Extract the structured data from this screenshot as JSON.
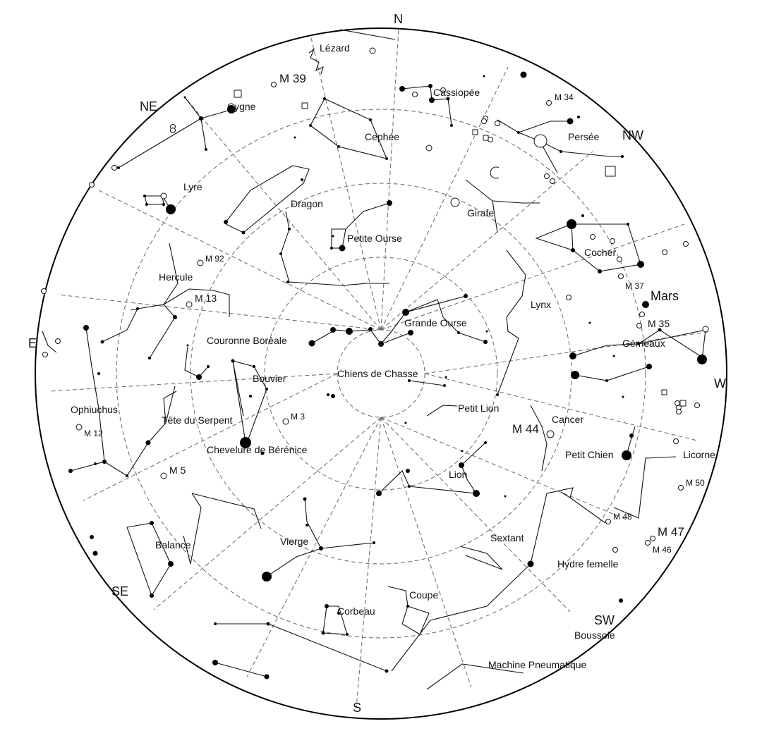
{
  "directions": {
    "n": "N",
    "ne": "NE",
    "e": "E",
    "se": "SE",
    "s": "S",
    "sw": "SW",
    "w": "W",
    "nw": "NW"
  },
  "constellations": {
    "lezard": "Lézard",
    "cygne": "Cygne",
    "cephee": "Cephée",
    "cassiopee": "Cassiopée",
    "persee": "Persée",
    "lyre": "Lyre",
    "dragon": "Dragon",
    "petite_ourse": "Petite Ourse",
    "girafe": "Girafe",
    "cocher": "Cocher",
    "hercule": "Hercule",
    "lynx": "Lynx",
    "grande_ourse": "Grande Ourse",
    "couronne_boreale": "Couronne Boréale",
    "gemeaux": "Gémeaux",
    "chiens_de_chasse": "Chiens de Chasse",
    "bouvier": "Bouvier",
    "ophiuchus": "Ophiuchus",
    "petit_lion": "Petit Lion",
    "tete_du_serpent": "Tête du Serpent",
    "cancer": "Cancer",
    "chevelure_de_berenice": "Chevelure de Bérénice",
    "petit_chien": "Petit Chien",
    "licorne": "Licorne",
    "lion": "Lion",
    "balance": "Balance",
    "vierge": "Vierge",
    "sextant": "Sextant",
    "hydre_femelle": "Hydre femelle",
    "coupe": "Coupe",
    "corbeau": "Corbeau",
    "boussole": "Boussole",
    "machine_pneumatique": "Machine Pneumatique"
  },
  "deep_sky": {
    "m39": "M 39",
    "m34": "M 34",
    "m92": "M 92",
    "m13": "M 13",
    "m37": "M 37",
    "m35": "M 35",
    "m3": "M 3",
    "m12": "M 12",
    "m44": "M 44",
    "m5": "M 5",
    "m50": "M 50",
    "m48": "M 48",
    "m47": "M 47",
    "m46": "M 46"
  },
  "planets": {
    "mars": "Mars"
  }
}
